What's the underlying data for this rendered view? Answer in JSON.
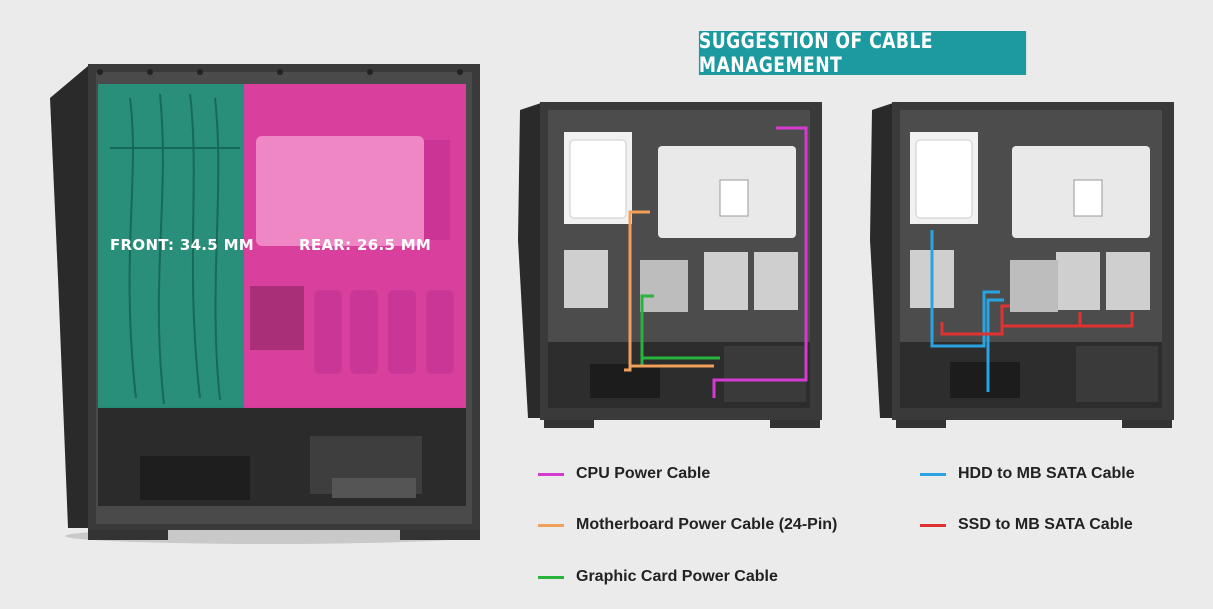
{
  "banner": {
    "title": "SUGGESTION OF CABLE MANAGEMENT"
  },
  "case_view": {
    "front_label": "FRONT: 34.5 MM",
    "rear_label": "REAR: 26.5 MM",
    "front_color": "#1e9a80",
    "rear_color": "#ee3aa8"
  },
  "legend": {
    "items": [
      {
        "label": "CPU Power Cable",
        "color": "#d63bd1"
      },
      {
        "label": "Motherboard Power Cable (24-Pin)",
        "color": "#f0a05a"
      },
      {
        "label": "Graphic Card Power Cable",
        "color": "#27b33c"
      },
      {
        "label": "HDD to MB SATA Cable",
        "color": "#2aa4e0"
      },
      {
        "label": "SSD to MB SATA Cable",
        "color": "#e03232"
      }
    ]
  }
}
